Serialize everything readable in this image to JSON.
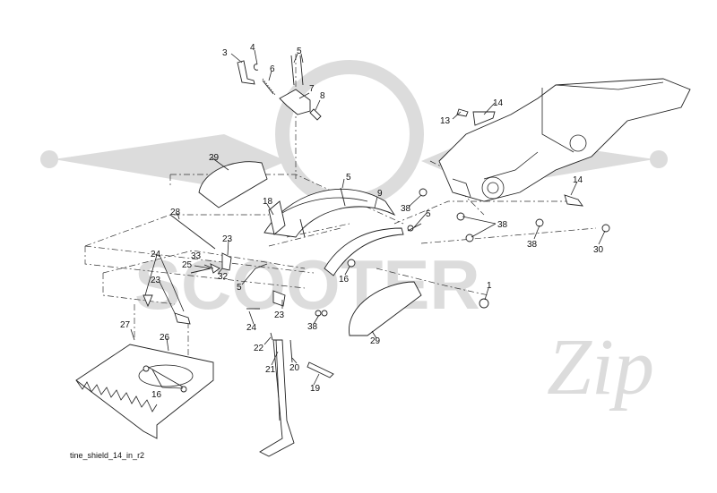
{
  "diagram": {
    "caption": "tine_shield_14_in_r2",
    "watermark": {
      "word": "SCOOTER",
      "script": "Zip",
      "color": "#dcdcdc"
    },
    "callouts": [
      "1",
      "3",
      "4",
      "5",
      "5",
      "5",
      "5",
      "6",
      "7",
      "8",
      "9",
      "13",
      "14",
      "14",
      "16",
      "16",
      "18",
      "19",
      "20",
      "21",
      "22",
      "23",
      "23",
      "23",
      "24",
      "24",
      "25",
      "26",
      "27",
      "28",
      "29",
      "29",
      "30",
      "32",
      "33",
      "38",
      "38",
      "38",
      "38"
    ]
  }
}
